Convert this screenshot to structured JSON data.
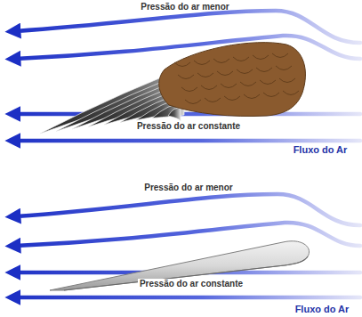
{
  "diagram": {
    "labels": [
      "Pressão do ar menor",
      "Pressão do ar constante",
      "Fluxo do Ar",
      "Pressão do ar menor",
      "Pressão do ar constante",
      "Fluxo do Ar"
    ]
  }
}
